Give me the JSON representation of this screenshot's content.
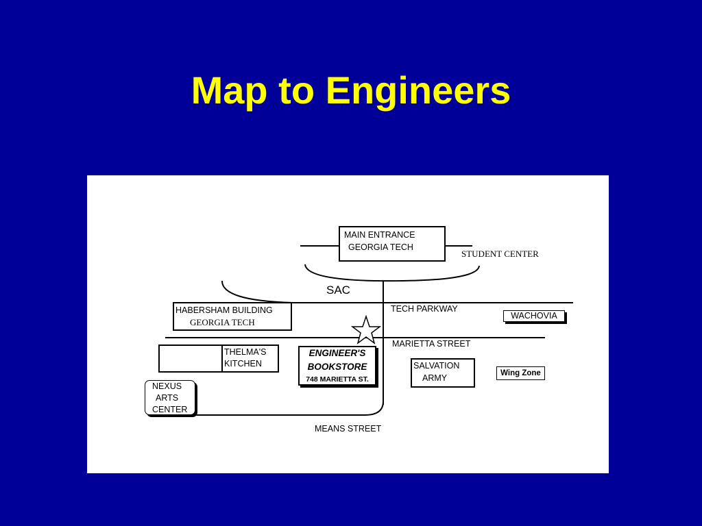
{
  "slide": {
    "title": "Map to Engineers"
  },
  "map": {
    "main_entrance": {
      "line1": "MAIN ENTRANCE",
      "line2": "GEORGIA TECH"
    },
    "student_center": "STUDENT CENTER",
    "sac": "SAC",
    "habersham": {
      "line1": "HABERSHAM BUILDING",
      "line2": "GEORGIA TECH"
    },
    "tech_parkway": "TECH PARKWAY",
    "wachovia": "WACHOVIA",
    "marietta_street": "MARIETTA STREET",
    "thelmas": {
      "line1": "THELMA'S",
      "line2": "KITCHEN"
    },
    "engineers_bookstore": {
      "line1": "ENGINEER'S",
      "line2": "BOOKSTORE",
      "line3": "748 MARIETTA ST."
    },
    "salvation_army": {
      "line1": "SALVATION",
      "line2": "ARMY"
    },
    "wing_zone": "Wing Zone",
    "nexus": {
      "line1": "NEXUS",
      "line2": "ARTS",
      "line3": "CENTER"
    },
    "means_street": "MEANS STREET",
    "destination_marker": "star-icon"
  }
}
